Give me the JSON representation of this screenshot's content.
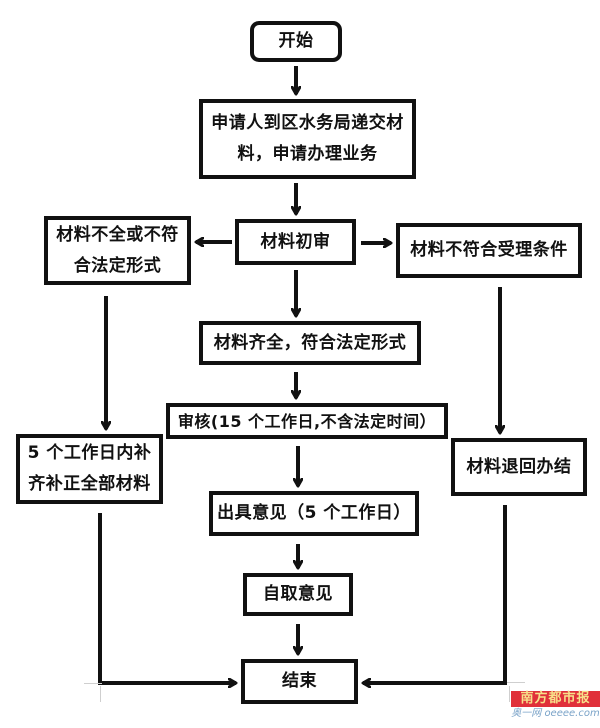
{
  "diagram": {
    "type": "flowchart",
    "nodes": {
      "start": {
        "lines": [
          "开始"
        ],
        "shape": "rounded"
      },
      "submit": {
        "lines": [
          "申请人到区水务局递交材",
          "料，申请办理业务"
        ],
        "shape": "rect"
      },
      "initial_review": {
        "lines": [
          "材料初审"
        ],
        "shape": "rect"
      },
      "incomplete": {
        "lines": [
          "材料不全或不符",
          "合法定形式"
        ],
        "shape": "rect"
      },
      "not_eligible": {
        "lines": [
          "材料不符合受理条件"
        ],
        "shape": "rect"
      },
      "complete": {
        "lines": [
          "材料齐全，符合法定形式"
        ],
        "shape": "rect"
      },
      "review": {
        "lines": [
          "审核(15 个工作日,不含法定时间）"
        ],
        "shape": "rect"
      },
      "supplement": {
        "lines": [
          "5 个工作日内补",
          "齐补正全部材料"
        ],
        "shape": "rect"
      },
      "returned": {
        "lines": [
          "材料退回办结"
        ],
        "shape": "rect"
      },
      "opinion": {
        "lines": [
          "出具意见（5 个工作日）"
        ],
        "shape": "rect"
      },
      "pickup": {
        "lines": [
          "自取意见"
        ],
        "shape": "rect"
      },
      "end": {
        "lines": [
          "结束"
        ],
        "shape": "rect"
      }
    },
    "edges": [
      {
        "from": "start",
        "to": "submit"
      },
      {
        "from": "submit",
        "to": "initial_review"
      },
      {
        "from": "initial_review",
        "to": "incomplete"
      },
      {
        "from": "initial_review",
        "to": "not_eligible"
      },
      {
        "from": "initial_review",
        "to": "complete"
      },
      {
        "from": "complete",
        "to": "review"
      },
      {
        "from": "incomplete",
        "to": "supplement"
      },
      {
        "from": "not_eligible",
        "to": "returned"
      },
      {
        "from": "review",
        "to": "opinion"
      },
      {
        "from": "opinion",
        "to": "pickup"
      },
      {
        "from": "pickup",
        "to": "end"
      },
      {
        "from": "supplement",
        "to": "end"
      },
      {
        "from": "returned",
        "to": "end"
      }
    ],
    "colors": {
      "stroke": "#111111",
      "background": "#ffffff",
      "watermark_bg": "#e0303a",
      "watermark_text": "#f7e08a",
      "watermark_site": "#7aa3c8"
    }
  },
  "watermark": {
    "brand": "南方都市报",
    "site": "奥一网 oeeee.com"
  }
}
